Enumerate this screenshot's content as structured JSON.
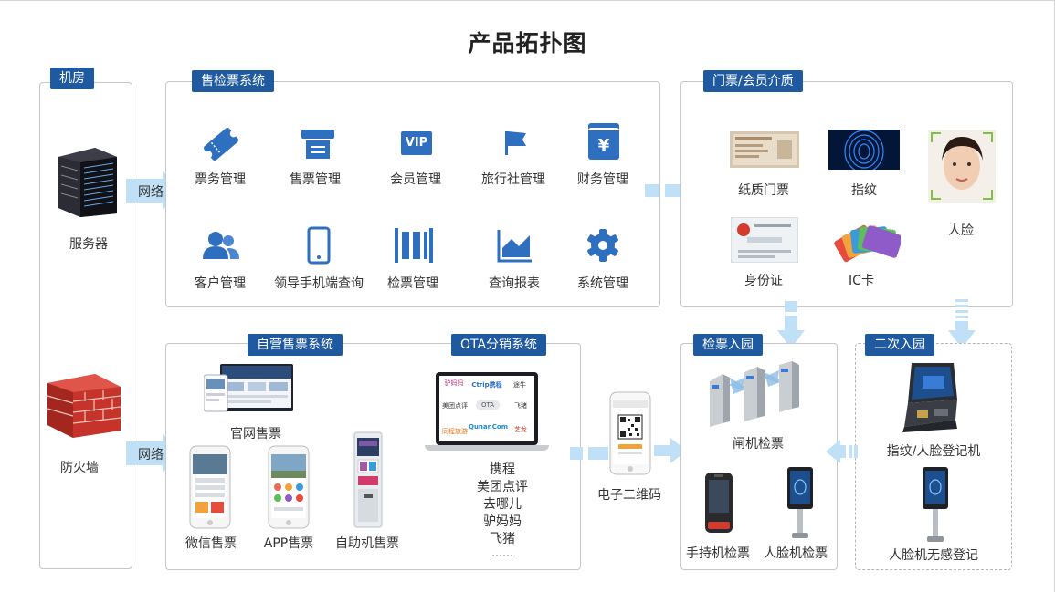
{
  "title": "产品拓扑图",
  "machine_room": {
    "tag": "机房",
    "server": "服务器",
    "firewall": "防火墙",
    "network1": "网络",
    "network2": "网络"
  },
  "ticket_system": {
    "tag": "售检票系统",
    "items": [
      "票务管理",
      "售票管理",
      "会员管理",
      "旅行社管理",
      "财务管理",
      "客户管理",
      "领导手机端查询",
      "检票管理",
      "查询报表",
      "系统管理"
    ],
    "vip": "VIP",
    "yen": "¥"
  },
  "media": {
    "tag": "门票/会员介质",
    "items": [
      "纸质门票",
      "指纹",
      "人脸",
      "身份证",
      "IC卡"
    ]
  },
  "self_sale": {
    "tag": "自营售票系统",
    "items": [
      "官网售票",
      "微信售票",
      "APP售票",
      "自助机售票"
    ]
  },
  "ota": {
    "tag": "OTA分销系统",
    "channels": [
      "携程",
      "美团点评",
      "去哪儿",
      "驴妈妈",
      "飞猪",
      "……"
    ],
    "logos": [
      "驴妈妈",
      "Ctrip携程",
      "途牛",
      "美团点评",
      "OTA",
      "飞猪",
      "Qunar.Com",
      "同程旅游",
      "艺龙"
    ]
  },
  "qr": {
    "label": "电子二维码"
  },
  "entry": {
    "tag": "检票入园",
    "items": [
      "闸机检票",
      "手持机检票",
      "人脸机检票"
    ]
  },
  "reentry": {
    "tag": "二次入园",
    "items": [
      "指纹/人脸登记机",
      "人脸机无感登记"
    ]
  },
  "colors": {
    "tag_bg": "#1f5aa0",
    "icon_blue": "#2f6fbf",
    "arrow": "#bfe0f6"
  }
}
